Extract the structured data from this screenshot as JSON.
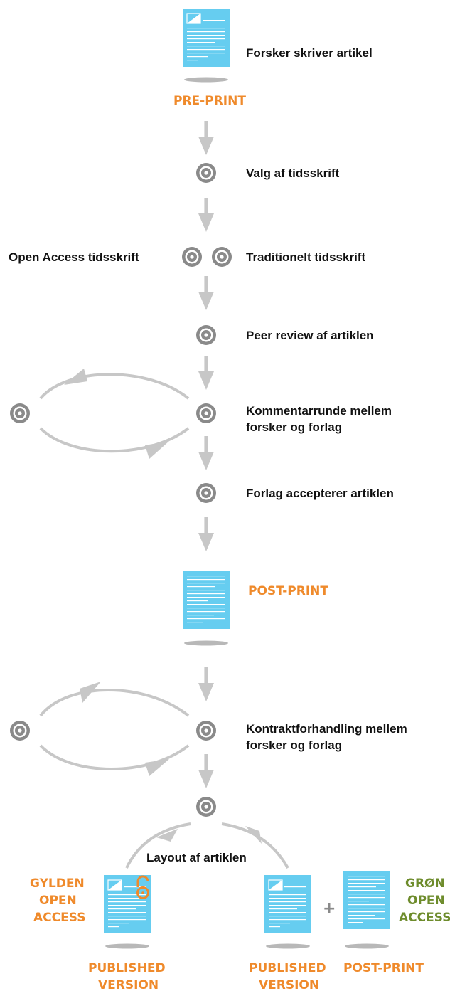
{
  "steps": {
    "researcher_writes": "Forsker skriver artikel",
    "pre_print": "PRE-PRINT",
    "journal_choice": "Valg af tidsskrift",
    "open_access_journal": "Open Access tidsskrift",
    "traditional_journal": "Traditionelt tidsskrift",
    "peer_review": "Peer review af artiklen",
    "comment_round_line1": "Kommentarrunde mellem",
    "comment_round_line2": "forsker og forlag",
    "publisher_accepts": "Forlag accepterer artiklen",
    "post_print": "POST-PRINT",
    "contract_line1": "Kontraktforhandling mellem",
    "contract_line2": "forsker og forlag",
    "layout": "Layout af artiklen"
  },
  "outcomes": {
    "gold_line1": "GYLDEN",
    "gold_line2": "OPEN",
    "gold_line3": "ACCESS",
    "published_version_left_line1": "PUBLISHED",
    "published_version_left_line2": "VERSION",
    "published_version_right_line1": "PUBLISHED",
    "published_version_right_line2": "VERSION",
    "plus": "+",
    "post_print_green": "POST-PRINT",
    "green_line1": "GRØN",
    "green_line2": "OPEN",
    "green_line3": "ACCESS"
  },
  "colors": {
    "document": "#66cdf0",
    "arrow": "#c7c7c7",
    "target": "#8a8a8a",
    "orange": "#ef8a2b",
    "green": "#6e8c2c"
  },
  "icons": {
    "step": "target-icon",
    "article": "document-icon",
    "open_access": "open-lock-icon"
  }
}
